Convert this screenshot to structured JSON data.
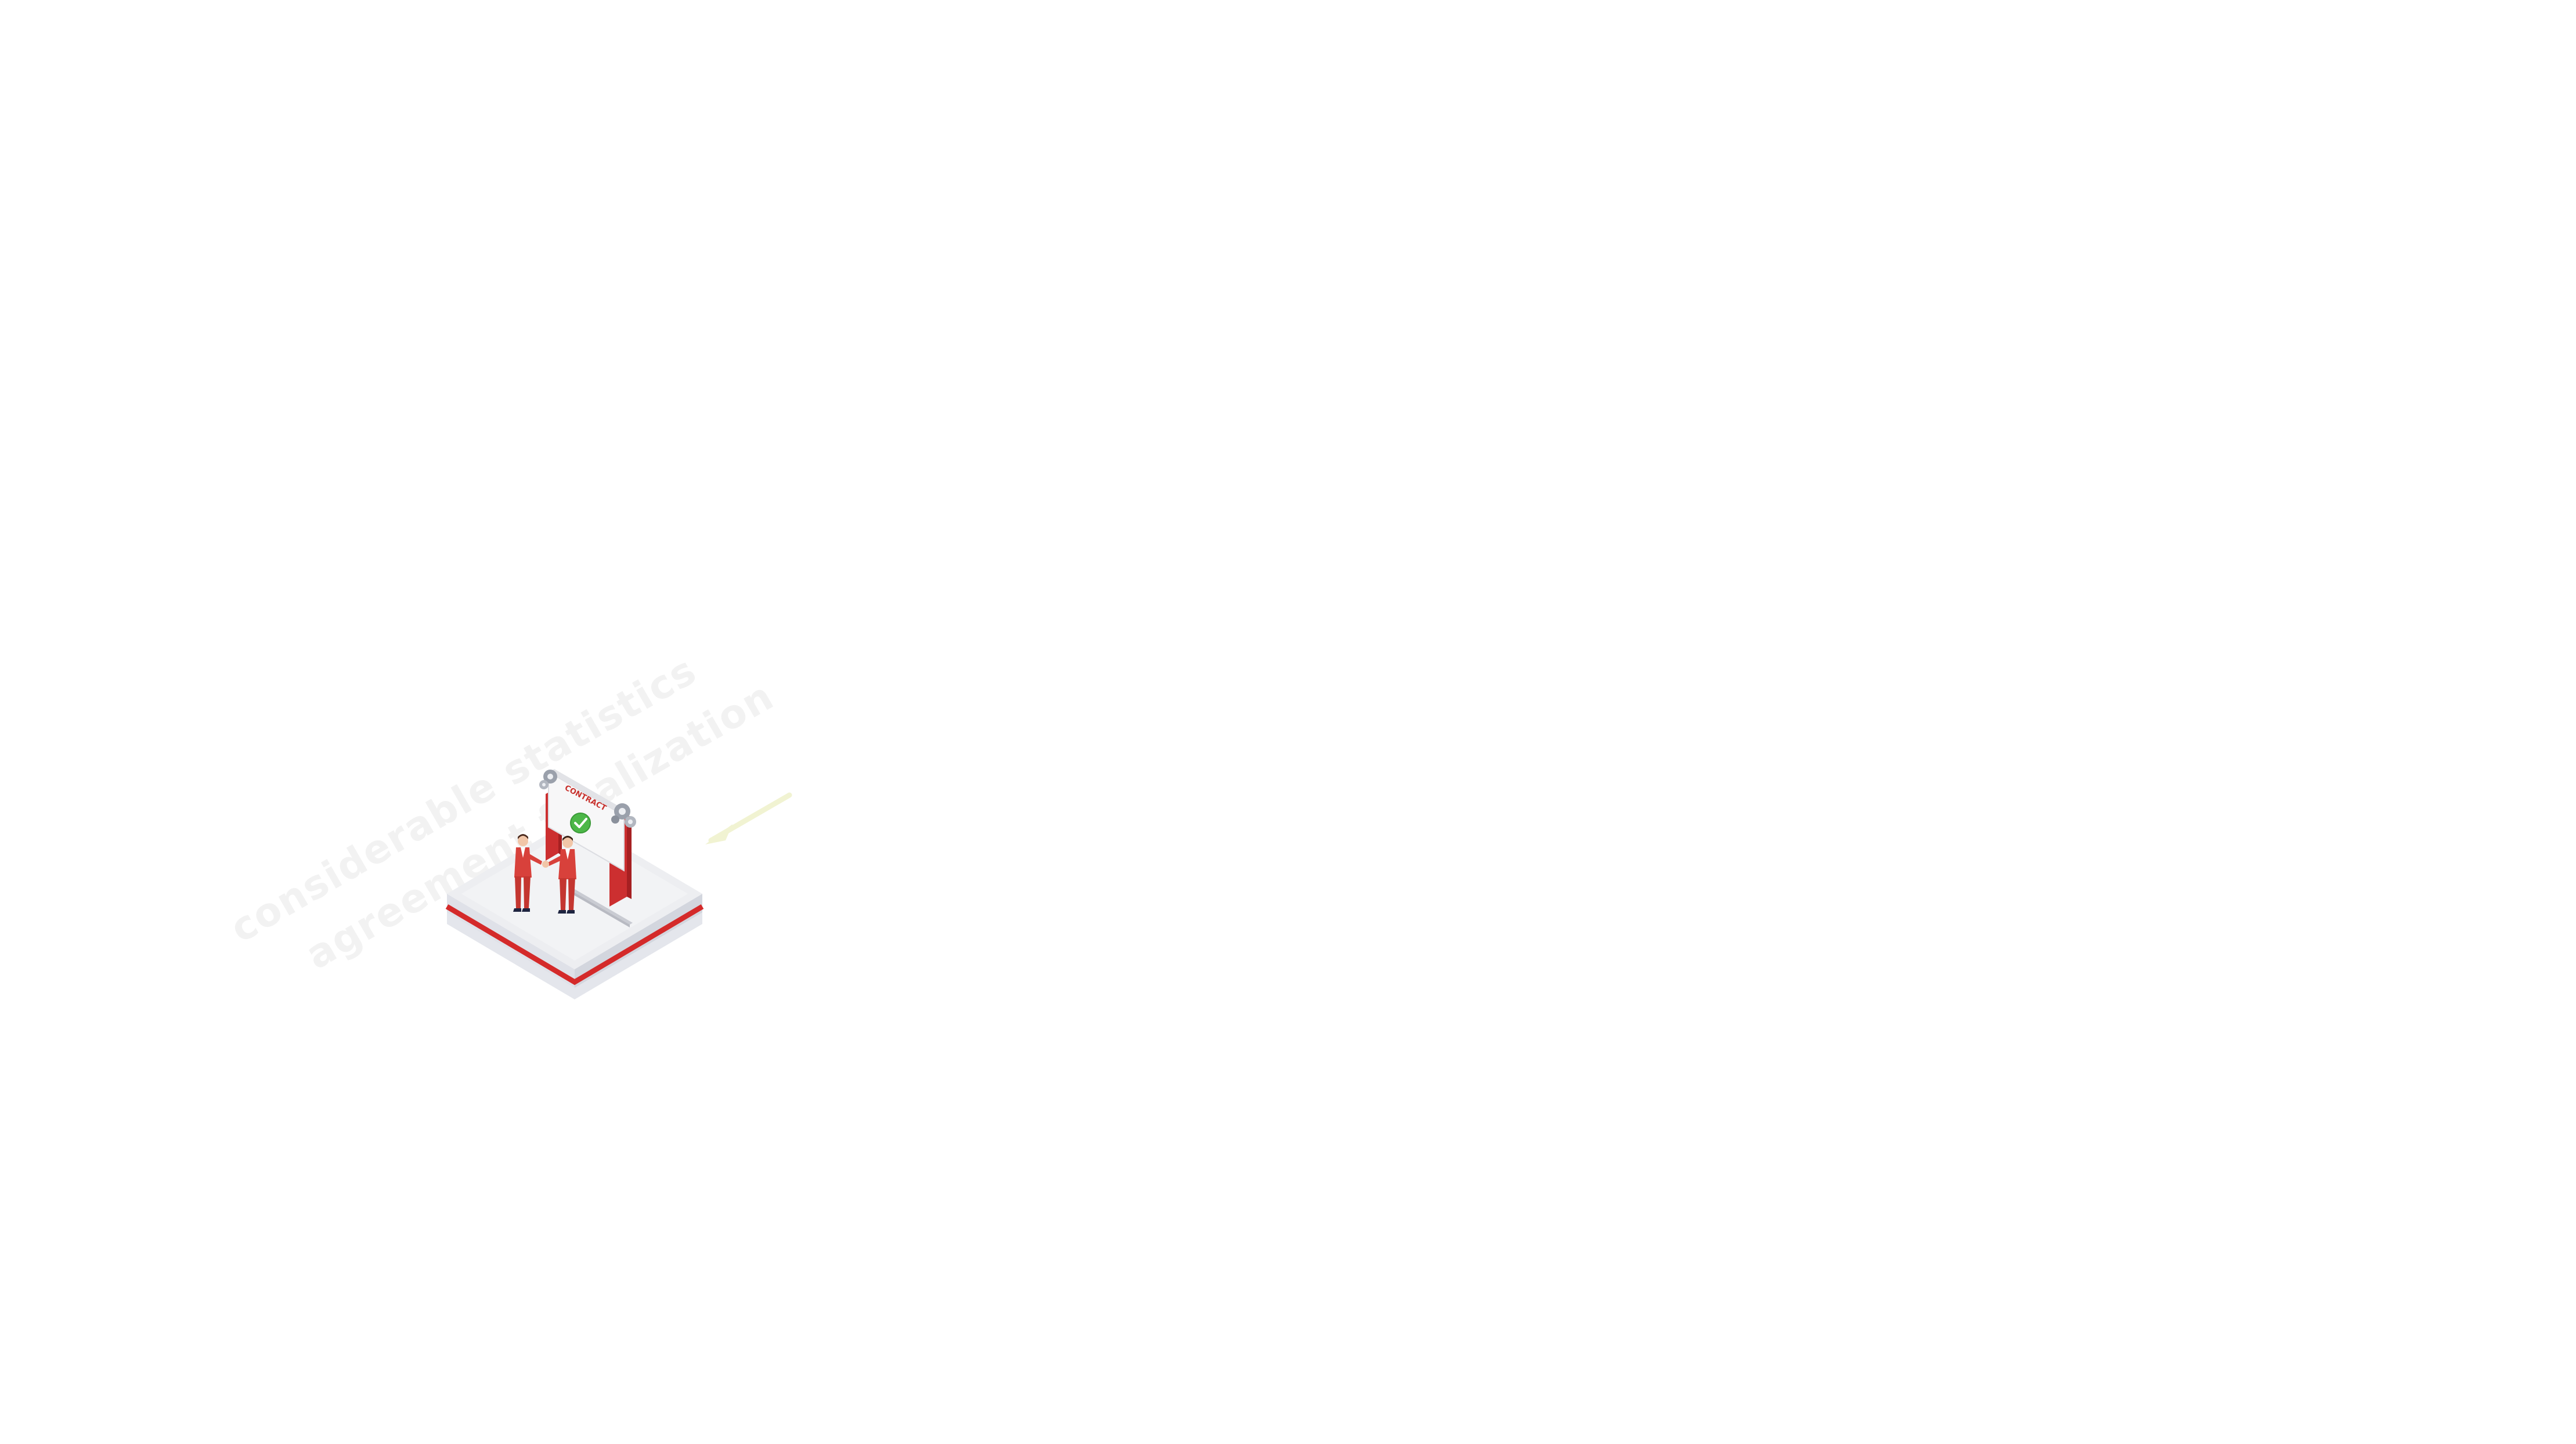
{
  "scene": {
    "contract_label": "CONTRACT",
    "faded_caption": {
      "line1": "considerable statistics",
      "line2": "agreement finalization"
    },
    "colors": {
      "background": "#ffffff",
      "platform_top": "#e9eaee",
      "platform_side": "#d9dbe2",
      "accent_red": "#d42a2a",
      "suit_red": "#d8413b",
      "check_green": "#4cb748",
      "arrow_yellow": "#f1f3d2"
    },
    "icons": [
      "gear-icon",
      "checkmark-icon",
      "arrow-icon"
    ]
  }
}
